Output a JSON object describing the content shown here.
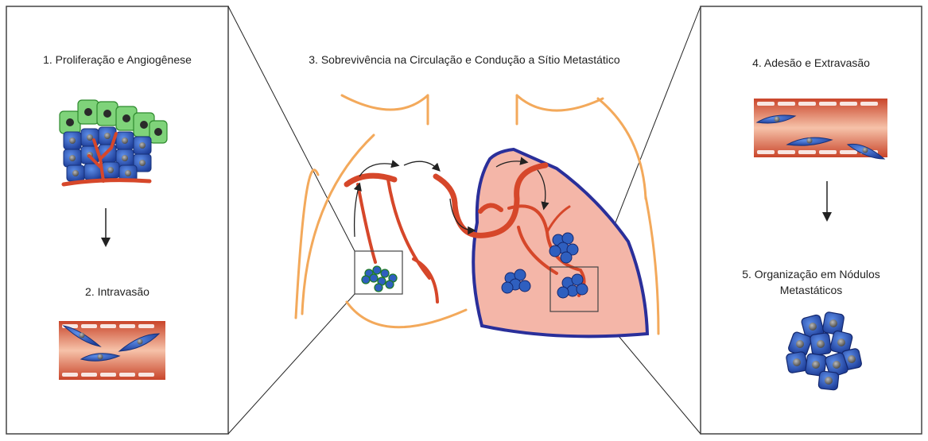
{
  "steps": {
    "step1": "1. Proliferação e Angiogênese",
    "step2": "2. Intravasão",
    "step3": "3. Sobrevivência na Circulação e Condução a Sítio Metastático",
    "step4": "4. Adesão e Extravasão",
    "step5_line1": "5. Organização em Nódulos",
    "step5_line2": "Metastáticos"
  },
  "colors": {
    "vessel": "#d6472a",
    "vessel_light": "#f2b8a0",
    "cell_blue": "#2f5fbf",
    "cell_green": "#49b64a",
    "lung_fill": "#f4b6a8",
    "lung_border": "#2a2f9a",
    "body_outline": "#f3a95b",
    "frame": "#444444"
  }
}
